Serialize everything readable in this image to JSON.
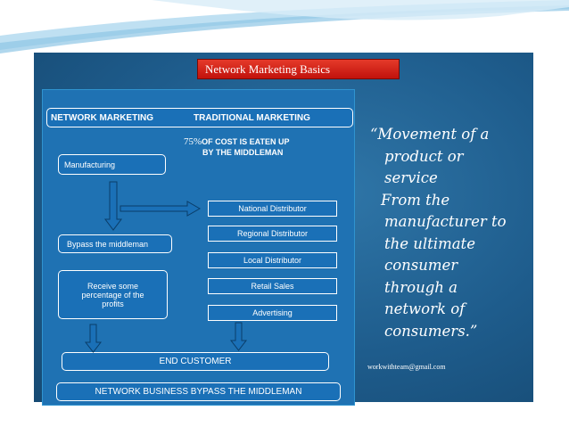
{
  "title": "Network Marketing Basics",
  "header": {
    "left": "NETWORK MARKETING",
    "right": "TRADITIONAL MARKETING"
  },
  "note": {
    "percent": "75%",
    "line1": "OF COST IS EATEN UP",
    "line2": "BY THE MIDDLEMAN"
  },
  "network_steps": [
    "Manufacturing",
    "Bypass the middleman",
    "Receive some\npercentage of the\nprofits"
  ],
  "traditional_steps": [
    "National Distributor",
    "Regional Distributor",
    "Local Distributor",
    "Retail Sales",
    "Advertising"
  ],
  "end_customer": "END CUSTOMER",
  "footer": "NETWORK BUSINESS BYPASS THE MIDDLEMAN",
  "quote_lines": [
    "“Movement of a",
    "product or",
    "service",
    "From the",
    "manufacturer to",
    "the ultimate",
    "consumer",
    "through a",
    "network of",
    "consumers.”"
  ],
  "email": "workwithteam@gmail.com",
  "colors": {
    "slide_bg": "#1e5c8c",
    "panel": "#1f72b3",
    "title_red": "#d42516",
    "box_border": "#ffffff"
  }
}
